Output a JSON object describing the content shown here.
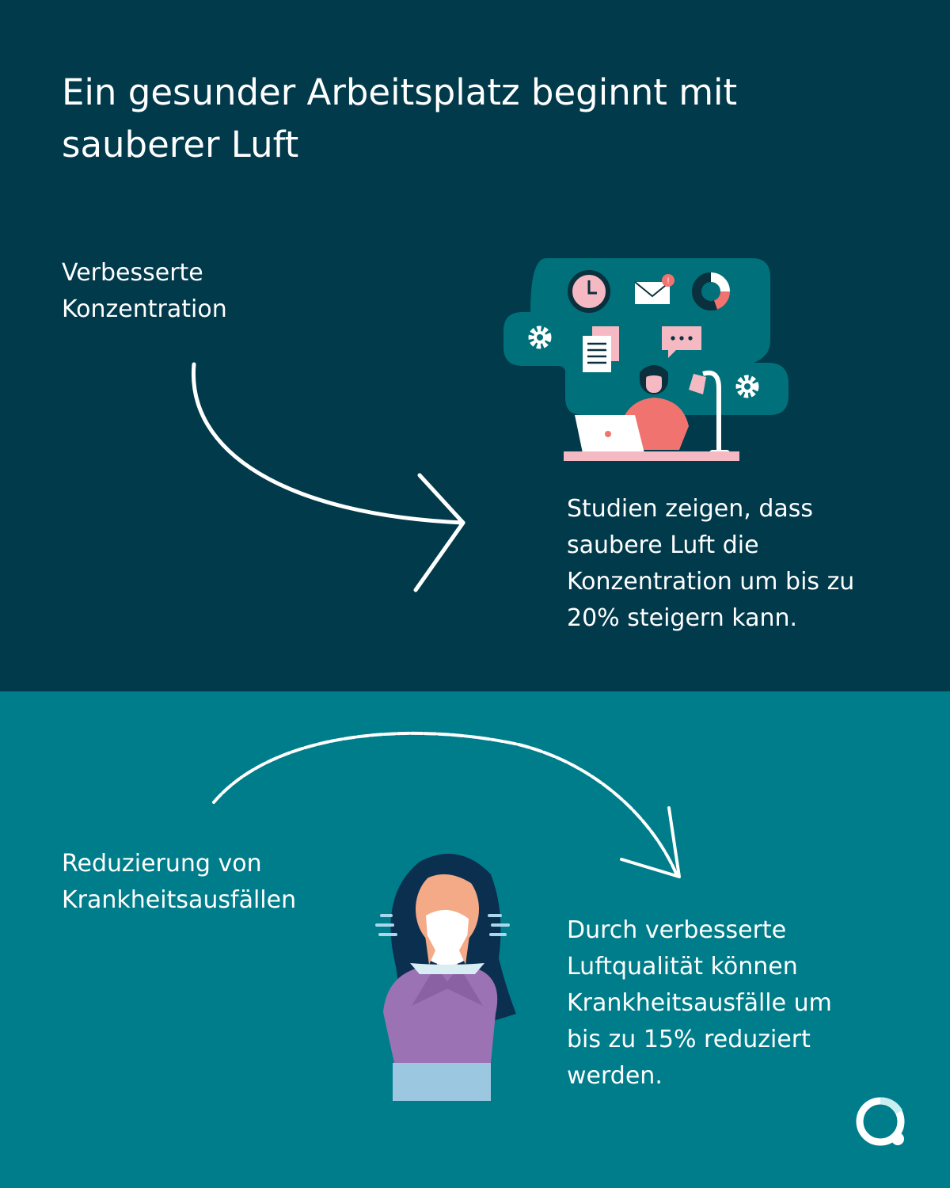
{
  "title": {
    "line1": "Ein gesunder Arbeitsplatz beginnt mit",
    "line2": "sauberer Luft"
  },
  "section1": {
    "label": {
      "line1": "Verbesserte",
      "line2": "Konzentration"
    },
    "description": {
      "line1": "Studien zeigen, dass",
      "line2": "saubere Luft die",
      "line3": "Konzentration um bis zu",
      "line4": "20% steigern kann."
    },
    "illustration": "person-working-at-laptop-with-icons"
  },
  "section2": {
    "label": {
      "line1": "Reduzierung von",
      "line2": "Krankheitsausfällen"
    },
    "description": {
      "line1": "Durch verbesserte",
      "line2": "Luftqualität können",
      "line3": "Krankheitsausfälle um",
      "line4": "bis zu 15% reduziert",
      "line5": "werden."
    },
    "illustration": "person-sneezing-into-tissue"
  },
  "colors": {
    "top_background": "#013a4b",
    "bottom_background": "#007d8a",
    "text": "#ffffff",
    "accent_coral": "#f0736f",
    "accent_pink": "#f4b9c2",
    "teal_panel": "#00707a"
  },
  "logo": "brand-logo-icon"
}
